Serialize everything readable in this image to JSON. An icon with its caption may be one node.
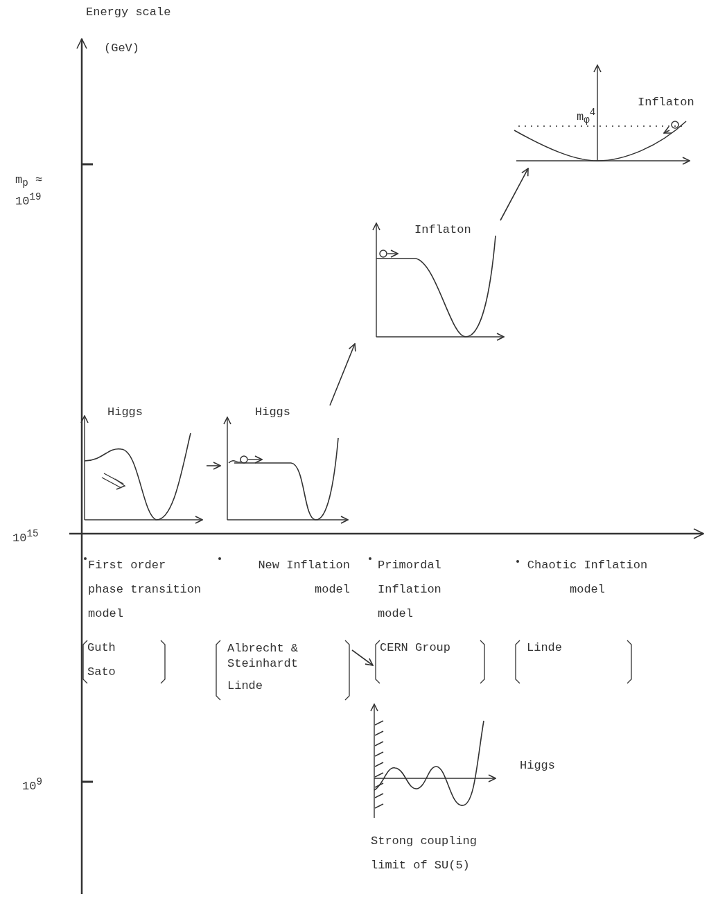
{
  "diagram": {
    "nodes": [
      {
        "text": [
          "Higgs"
        ]
      },
      {
        "text": [
          "Higgs"
        ]
      },
      {
        "text": [
          "Inflaton"
        ]
      },
      {
        "text": [
          "Inflaton",
          "m$_{φ}$$^{4}$"
        ]
      },
      {
        "text": [
          "Higgs"
        ],
        "beside": [
          "Strong coupling limit of SU(5)"
        ]
      },
      {
        "text": [
          "Guth",
          "Sato"
        ]
      },
      {
        "text": [
          "Albrecht & Steinhardt",
          "Linde"
        ]
      },
      {
        "text": [
          "CERN Group"
        ]
      },
      {
        "text": [
          "Linde"
        ]
      }
    ],
    "edges": [
      {
        "from": 0,
        "to": 1,
        "arrow": "to"
      },
      {
        "from": 1,
        "to": 2,
        "arrow": "to"
      },
      {
        "from": 2,
        "to": 3,
        "arrow": "to"
      },
      {
        "from": 6,
        "to": 7,
        "arrow": "to"
      }
    ],
    "labels": [
      "Energy scale",
      "(GeV)",
      "m$_{p}$ ≈ 10$^{19}$",
      "10$^{15}$",
      "10$^{9}$",
      "First order phase transition model",
      "New Inflation model",
      "Primordal Inflation model",
      "Chaotic Inflation model"
    ]
  }
}
